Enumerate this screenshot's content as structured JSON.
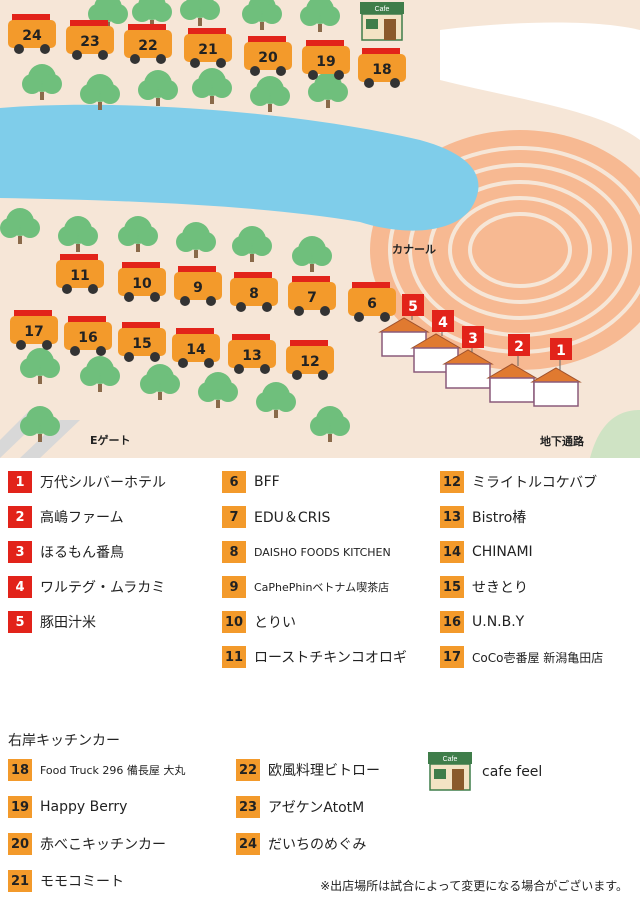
{
  "map": {
    "labels": {
      "canal": "カナール",
      "gate_e": "Eゲート",
      "underground": "地下通路",
      "cafe_sign": "Cafe"
    },
    "trucks": [
      "24",
      "23",
      "22",
      "21",
      "20",
      "19",
      "18",
      "11",
      "10",
      "9",
      "8",
      "7",
      "6",
      "17",
      "16",
      "15",
      "14",
      "13",
      "12"
    ],
    "tents": [
      "5",
      "4",
      "3",
      "2",
      "1"
    ]
  },
  "legend": {
    "main": [
      {
        "n": "1",
        "name": "万代シルバーホテル"
      },
      {
        "n": "2",
        "name": "高嶋ファーム"
      },
      {
        "n": "3",
        "name": "ほるもん番鳥"
      },
      {
        "n": "4",
        "name": "ワルテグ・ムラカミ"
      },
      {
        "n": "5",
        "name": "豚田汁米"
      },
      {
        "n": "6",
        "name": "BFF"
      },
      {
        "n": "7",
        "name": "EDU＆CRIS"
      },
      {
        "n": "8",
        "name": "DAISHO FOODS KITCHEN"
      },
      {
        "n": "9",
        "name": "CaPhePhinベトナム喫茶店"
      },
      {
        "n": "10",
        "name": "とりい"
      },
      {
        "n": "11",
        "name": "ローストチキンコオロギ"
      },
      {
        "n": "12",
        "name": "ミライトルコケバブ"
      },
      {
        "n": "13",
        "name": "Bistro椿"
      },
      {
        "n": "14",
        "name": "CHINAMI"
      },
      {
        "n": "15",
        "name": "せきとり"
      },
      {
        "n": "16",
        "name": "U.N.B.Y"
      },
      {
        "n": "17",
        "name": "CoCo壱番屋 新潟亀田店"
      }
    ],
    "right_bank_title": "右岸キッチンカー",
    "right_bank": [
      {
        "n": "18",
        "name": "Food Truck 296 備長屋 大丸"
      },
      {
        "n": "19",
        "name": "Happy Berry"
      },
      {
        "n": "20",
        "name": "赤べこキッチンカー"
      },
      {
        "n": "21",
        "name": "モモコミート"
      },
      {
        "n": "22",
        "name": "欧風料理ビトロー"
      },
      {
        "n": "23",
        "name": "アゼケンAtotM"
      },
      {
        "n": "24",
        "name": "だいちのめぐみ"
      }
    ],
    "cafe_name": "cafe feel",
    "note": "※出店場所は試合によって変更になる場合がございます。"
  },
  "colors": {
    "ground": "#f6e6d7",
    "water": "#7fcdea",
    "tree": "#6fbf7c",
    "truck": "#f39a2b",
    "tent_red": "#e2231a",
    "track": "#f7b992",
    "cafe_green": "#3f7d4a"
  }
}
